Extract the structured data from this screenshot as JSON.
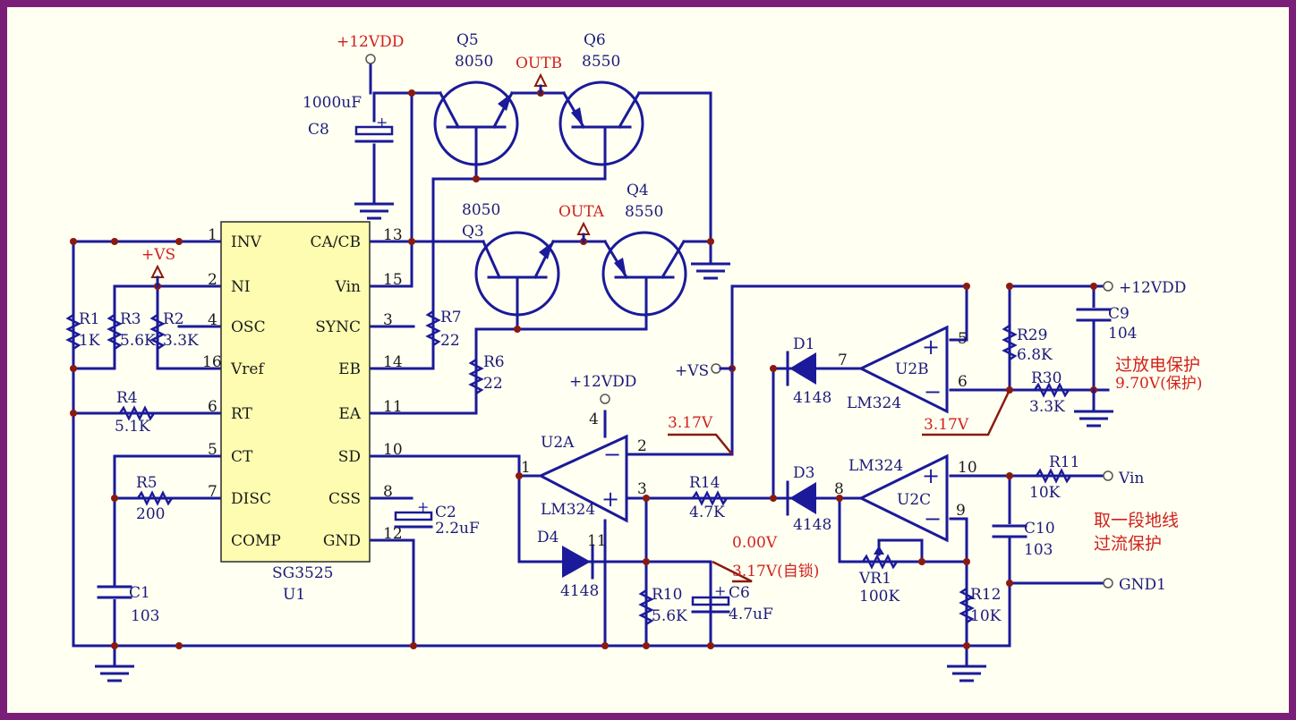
{
  "diagram": {
    "chip": {
      "name": "SG3525",
      "ref": "U1",
      "left_pins": [
        {
          "num": "1",
          "label": "INV"
        },
        {
          "num": "2",
          "label": "NI"
        },
        {
          "num": "4",
          "label": "OSC"
        },
        {
          "num": "16",
          "label": "Vref"
        },
        {
          "num": "6",
          "label": "RT"
        },
        {
          "num": "5",
          "label": "CT"
        },
        {
          "num": "7",
          "label": "DISC"
        },
        {
          "num": "",
          "label": "COMP"
        }
      ],
      "right_pins": [
        {
          "num": "13",
          "label": "CA/CB"
        },
        {
          "num": "15",
          "label": "Vin"
        },
        {
          "num": "3",
          "label": "SYNC"
        },
        {
          "num": "14",
          "label": "EB"
        },
        {
          "num": "11",
          "label": "EA"
        },
        {
          "num": "10",
          "label": "SD"
        },
        {
          "num": "8",
          "label": "CSS"
        },
        {
          "num": "12",
          "label": "GND"
        }
      ]
    },
    "transistors": {
      "q5": {
        "name": "Q5",
        "type": "8050"
      },
      "q6": {
        "name": "Q6",
        "type": "8550"
      },
      "q3": {
        "name": "Q3",
        "type": "8050"
      },
      "q4": {
        "name": "Q4",
        "type": "8550"
      }
    },
    "outputs": {
      "outb": "OUTB",
      "outa": "OUTA"
    },
    "power": {
      "vdd": "+12VDD",
      "vs": "+VS",
      "vs_term": "+VS",
      "vdd_right": "+12VDD",
      "vdd_u2a": "+12VDD"
    },
    "components": {
      "c8": {
        "name": "C8",
        "value": "1000uF"
      },
      "r1": {
        "name": "R1",
        "value": "1K"
      },
      "r3": {
        "name": "R3",
        "value": "5.6K"
      },
      "r2": {
        "name": "R2",
        "value": "3.3K"
      },
      "r4": {
        "name": "R4",
        "value": "5.1K"
      },
      "r5": {
        "name": "R5",
        "value": "200"
      },
      "c1": {
        "name": "C1",
        "value": "103"
      },
      "c2": {
        "name": "C2",
        "value": "2.2uF"
      },
      "r7": {
        "name": "R7",
        "value": "22"
      },
      "r6": {
        "name": "R6",
        "value": "22"
      },
      "r14": {
        "name": "R14",
        "value": "4.7K"
      },
      "r10": {
        "name": "R10",
        "value": "5.6K"
      },
      "c6": {
        "name": "C6",
        "value": "4.7uF"
      },
      "d4": {
        "name": "D4",
        "value": "4148"
      },
      "d1": {
        "name": "D1",
        "value": "4148"
      },
      "d3": {
        "name": "D3",
        "value": "4148"
      },
      "r29": {
        "name": "R29",
        "value": "6.8K"
      },
      "r30": {
        "name": "R30",
        "value": "3.3K"
      },
      "c9": {
        "name": "C9",
        "value": "104"
      },
      "r11": {
        "name": "R11",
        "value": "10K"
      },
      "c10": {
        "name": "C10",
        "value": "103"
      },
      "r12": {
        "name": "R12",
        "value": "10K"
      },
      "vr1": {
        "name": "VR1",
        "value": "100K"
      }
    },
    "opamps": {
      "u2a": {
        "name": "U2A",
        "part": "LM324",
        "pin_out": "1",
        "pin_minus": "2",
        "pin_plus": "3",
        "pin_vcc": "4",
        "pin_gnd": "11"
      },
      "u2b": {
        "name": "U2B",
        "part": "LM324",
        "pin_out": "7",
        "pin_plus": "5",
        "pin_minus": "6"
      },
      "u2c": {
        "name": "U2C",
        "part": "LM324",
        "pin_out": "8",
        "pin_plus": "10",
        "pin_minus": "9"
      }
    },
    "terminals": {
      "vin": "Vin",
      "gnd1": "GND1"
    },
    "annotations": {
      "v317_u2a": "3.17V",
      "v317_u2b": "3.17V",
      "v000": "0.00V",
      "v317_latch": "3.17V(自锁)",
      "overdischarge_title": "过放电保护",
      "overdischarge_value": "9.70V(保护)",
      "overcurrent_line1": "取一段地线",
      "overcurrent_line2": "过流保护"
    },
    "colors": {
      "border": "#7a1f78",
      "background": "#fffff2",
      "wire": "#1a1a9a",
      "chip": "#fdfcb0",
      "annotation": "#d0221a"
    }
  }
}
